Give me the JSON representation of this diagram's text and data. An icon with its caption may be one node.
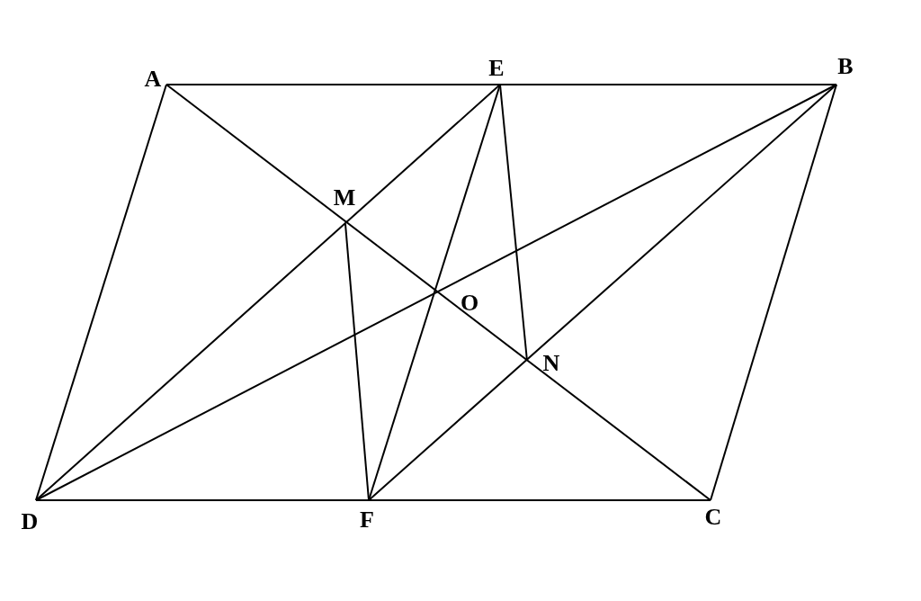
{
  "diagram": {
    "labels": [
      "A",
      "E",
      "B",
      "M",
      "O",
      "N",
      "D",
      "F",
      "C"
    ]
  }
}
